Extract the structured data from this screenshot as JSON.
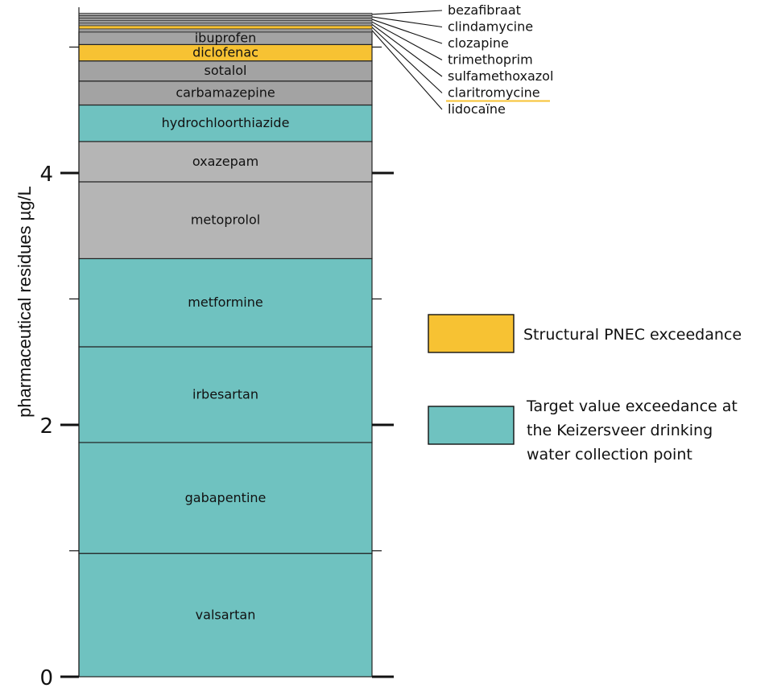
{
  "chart_data": {
    "type": "bar",
    "stacked": true,
    "title": "",
    "xlabel": "",
    "ylabel": "pharmaceutical residues µg/L",
    "ylim": [
      0,
      5.3
    ],
    "yticks_major": [
      0,
      2,
      4
    ],
    "yticks_minor": [
      1,
      3,
      5
    ],
    "colors": {
      "pnec": "#f7c233",
      "target": "#6fc2c0",
      "grey": "#b5b5b5",
      "dark_grey": "#a3a3a3",
      "thin": "#9b9b9b"
    },
    "segments": [
      {
        "name": "valsartan",
        "start": 0.0,
        "end": 0.98,
        "color": "target",
        "label": true
      },
      {
        "name": "gabapentine",
        "start": 0.98,
        "end": 1.86,
        "color": "target",
        "label": true
      },
      {
        "name": "irbesartan",
        "start": 1.86,
        "end": 2.62,
        "color": "target",
        "label": true
      },
      {
        "name": "metformine",
        "start": 2.62,
        "end": 3.32,
        "color": "target",
        "label": true
      },
      {
        "name": "metoprolol",
        "start": 3.32,
        "end": 3.93,
        "color": "grey",
        "label": true
      },
      {
        "name": "oxazepam",
        "start": 3.93,
        "end": 4.25,
        "color": "grey",
        "label": true
      },
      {
        "name": "hydrochloorthiazide",
        "start": 4.25,
        "end": 4.54,
        "color": "target",
        "label": true
      },
      {
        "name": "carbamazepine",
        "start": 4.54,
        "end": 4.73,
        "color": "dark_grey",
        "label": true
      },
      {
        "name": "sotalol",
        "start": 4.73,
        "end": 4.89,
        "color": "dark_grey",
        "label": true
      },
      {
        "name": "diclofenac",
        "start": 4.89,
        "end": 5.02,
        "color": "pnec",
        "label": true
      },
      {
        "name": "ibuprofen",
        "start": 5.02,
        "end": 5.12,
        "color": "dark_grey",
        "label": true
      },
      {
        "name": "lidocaïne",
        "start": 5.12,
        "end": 5.145,
        "color": "thin",
        "label": false
      },
      {
        "name": "claritromycine",
        "start": 5.145,
        "end": 5.17,
        "color": "pnec",
        "label": false
      },
      {
        "name": "sulfamethoxazol",
        "start": 5.17,
        "end": 5.19,
        "color": "thin",
        "label": false
      },
      {
        "name": "trimethoprim",
        "start": 5.19,
        "end": 5.21,
        "color": "thin",
        "label": false
      },
      {
        "name": "clozapine",
        "start": 5.21,
        "end": 5.23,
        "color": "thin",
        "label": false
      },
      {
        "name": "clindamycine",
        "start": 5.23,
        "end": 5.25,
        "color": "thin",
        "label": false
      },
      {
        "name": "bezafibraat",
        "start": 5.25,
        "end": 5.27,
        "color": "thin",
        "label": false
      }
    ],
    "callouts": [
      "bezafibraat",
      "clindamycine",
      "clozapine",
      "trimethoprim",
      "sulfamethoxazol",
      "claritromycine",
      "lidocaïne"
    ],
    "legend": [
      {
        "color": "pnec",
        "lines": [
          "Structural PNEC exceedance"
        ]
      },
      {
        "color": "target",
        "lines": [
          "Target value exceedance at",
          "the Keizersveer drinking",
          "water collection point"
        ]
      }
    ],
    "legend_position": "right"
  }
}
